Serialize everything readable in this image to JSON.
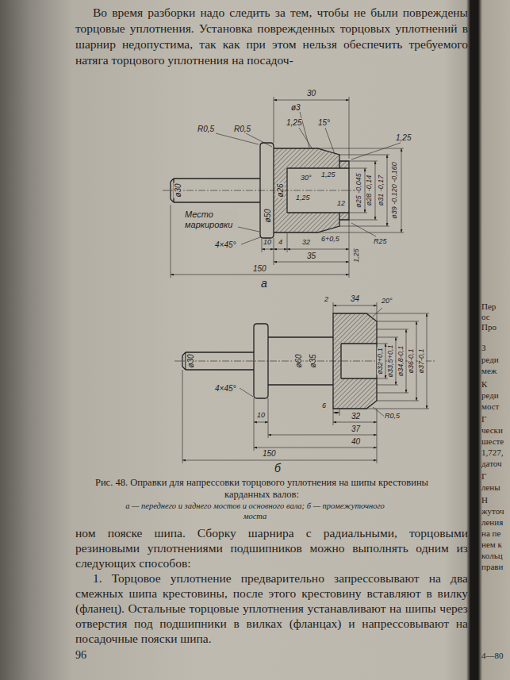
{
  "diagram": {
    "caption": "Рис. 48. Оправки для напрессовки торцового уплотнения на шипы крестовины карданных валов:",
    "labels": [
      "Во время разборки надо следить за тем, чтобы не были повреждены торцовые уплотнения. Установка поврежденных торцовых уплотнений в шарнир недопустима, так как при этом нельзя обеспечить требуемого натяга торцового уплотнения на посадоч-",
      "30",
      "ø3",
      "R0,5",
      "R0,5",
      "1,25",
      "15°",
      "1,25",
      "ø30",
      "ø26",
      "ø50",
      "1,25",
      "30°",
      "1,25",
      "ø25 -0,045",
      "ø28 -0,14",
      "ø31 -0,17",
      "ø39 -0,120 -0,160",
      "12",
      "6+0,5",
      "R25",
      "Место маркировки",
      "4×45°",
      "10",
      "4",
      "32",
      "35",
      "150",
      "1,25",
      "а",
      "34",
      "2",
      "20°",
      "ø30",
      "ø60",
      "ø35",
      "ø32+0,1",
      "ø33,5+0,1",
      "ø34,8-0,1",
      "ø36-0,1",
      "ø37-0,1",
      "4×45°",
      "6",
      "10",
      "32",
      "37",
      "40",
      "R0,5",
      "150",
      "б",
      "а — переднего и заднего мостов и основного вала; б — промежуточного моста",
      "ном пояске шипа. Сборку шарнира с радиальными, торцовыми резиновыми уплотнениями подшипников можно выполнять одним из следующих способов:",
      "1. Торцовое уплотнение предварительно запрессовывают на два смежных шипа крестовины, после этого крестовину вставляют в вилку (фланец). Остальные торцовые уплотнения устанавливают на шипы через отверстия под подшипники в вилках (фланцах) и напрессовывают на посадочные пояски шипа.",
      "96",
      "Пер",
      "ос",
      "Про",
      "З",
      "реди",
      "меж",
      "К",
      "реди",
      "мост",
      "Г",
      "чески",
      "шесте",
      "1,727,",
      "даточ",
      "Г",
      "лены",
      "Н",
      "жуточ",
      "ления",
      "на пе",
      "нем к",
      "кольц",
      "прави",
      "4—80"
    ]
  }
}
